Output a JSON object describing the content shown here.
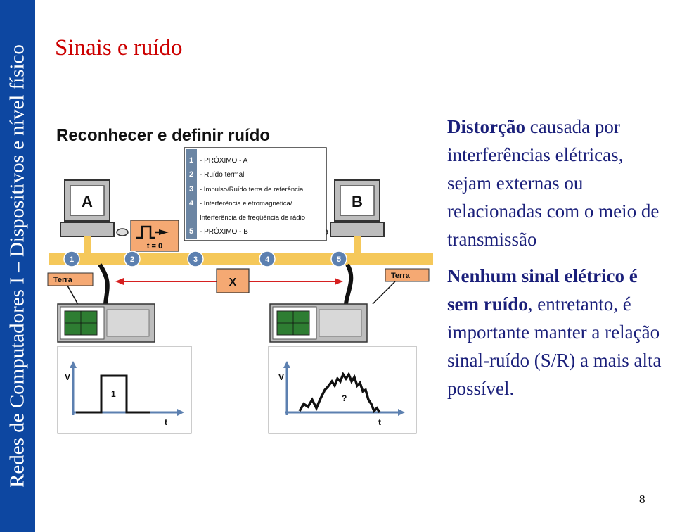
{
  "sidebar": {
    "text": "Redes de Computadores I – Dispositivos e nível físico"
  },
  "slide": {
    "title": "Sinais e ruído",
    "page_number": "8"
  },
  "paragraph1": {
    "bold": "Distorção",
    "rest": " causada por interferências elétricas, sejam externas ou relacionadas com o meio de transmissão"
  },
  "paragraph2": {
    "bold_part1": "Nenhum sinal elétrico é sem ruído",
    "rest": ", entretanto, é importante manter a relação sinal-ruído (S/R) a mais alta possível."
  },
  "diagram": {
    "title": "Reconhecer e definir ruído",
    "computer_a": "A",
    "computer_b": "B",
    "legend": [
      {
        "num": "1",
        "text": "- PRÓXIMO - A"
      },
      {
        "num": "2",
        "text": "- Ruído termal"
      },
      {
        "num": "3",
        "text": "- Impulso/Ruído terra de referência"
      },
      {
        "num": "4",
        "text": "- Interferência eletromagnética/"
      },
      {
        "num": "",
        "text": "Interferência de freqüência de rádio"
      },
      {
        "num": "5",
        "text": "- PRÓXIMO - B"
      }
    ],
    "pulse_label": "t = 0",
    "points": [
      "1",
      "2",
      "3",
      "4",
      "5"
    ],
    "x_label": "X",
    "ground_left": "Terra",
    "ground_right": "Terra",
    "graph_left": {
      "ylabel": "V",
      "xlabel": "t",
      "pulse": "1"
    },
    "graph_right": {
      "ylabel": "V",
      "xlabel": "t",
      "pulse": "?"
    }
  }
}
